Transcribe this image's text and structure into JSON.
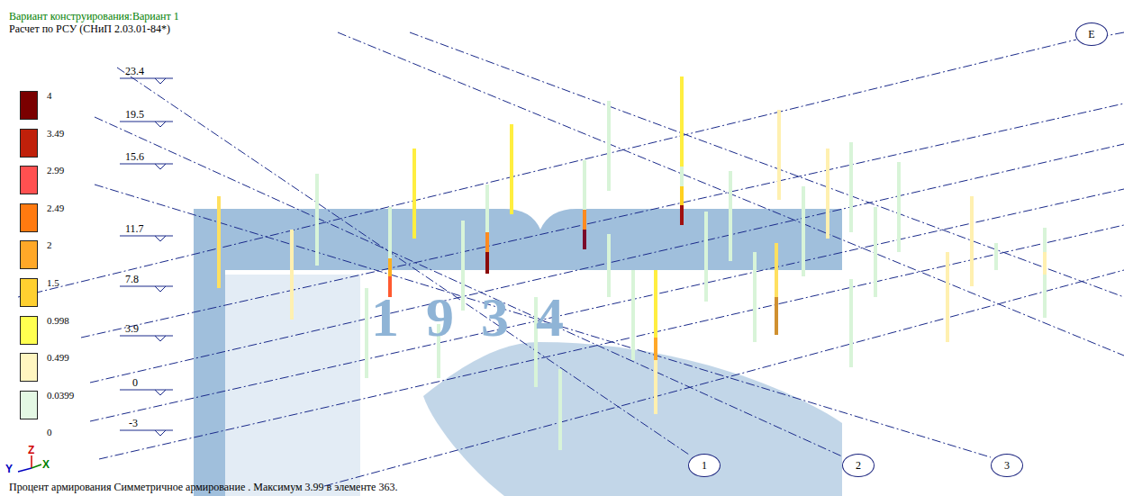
{
  "diagram": {
    "title": "Вариант конструирования:Вариант 1",
    "caption": "Процент армирования Симметричное армирование . Максимум 3.99 в элементе 363.",
    "nodes": [
      {
        "text": [
          "E"
        ]
      },
      {
        "text": [
          "1"
        ]
      },
      {
        "text": [
          "2"
        ]
      },
      {
        "text": [
          "3"
        ]
      }
    ],
    "labels": [
      "Расчет по РСУ (СНиП 2.03.01-84*)",
      "23.4",
      "19.5",
      "15.6",
      "11.7",
      "7.8",
      "3.9",
      "0",
      "-3",
      "1934",
      "Y",
      "Z",
      "X"
    ],
    "legend": [
      {
        "text": "4",
        "color": "#7a0000"
      },
      {
        "text": "3.49",
        "color": "#c0200a"
      },
      {
        "text": "2.99",
        "color": "#ff5050"
      },
      {
        "text": "2.49",
        "color": "#ff7a10"
      },
      {
        "text": "2",
        "color": "#ffa828"
      },
      {
        "text": "1.5",
        "color": "#ffd030"
      },
      {
        "text": "0.998",
        "color": "#ffff50"
      },
      {
        "text": "0.499",
        "color": "#fff6c0"
      },
      {
        "text": "0.0399",
        "color": "#e4f8e4"
      },
      {
        "text": "0",
        "color": "#ffffff"
      }
    ]
  }
}
